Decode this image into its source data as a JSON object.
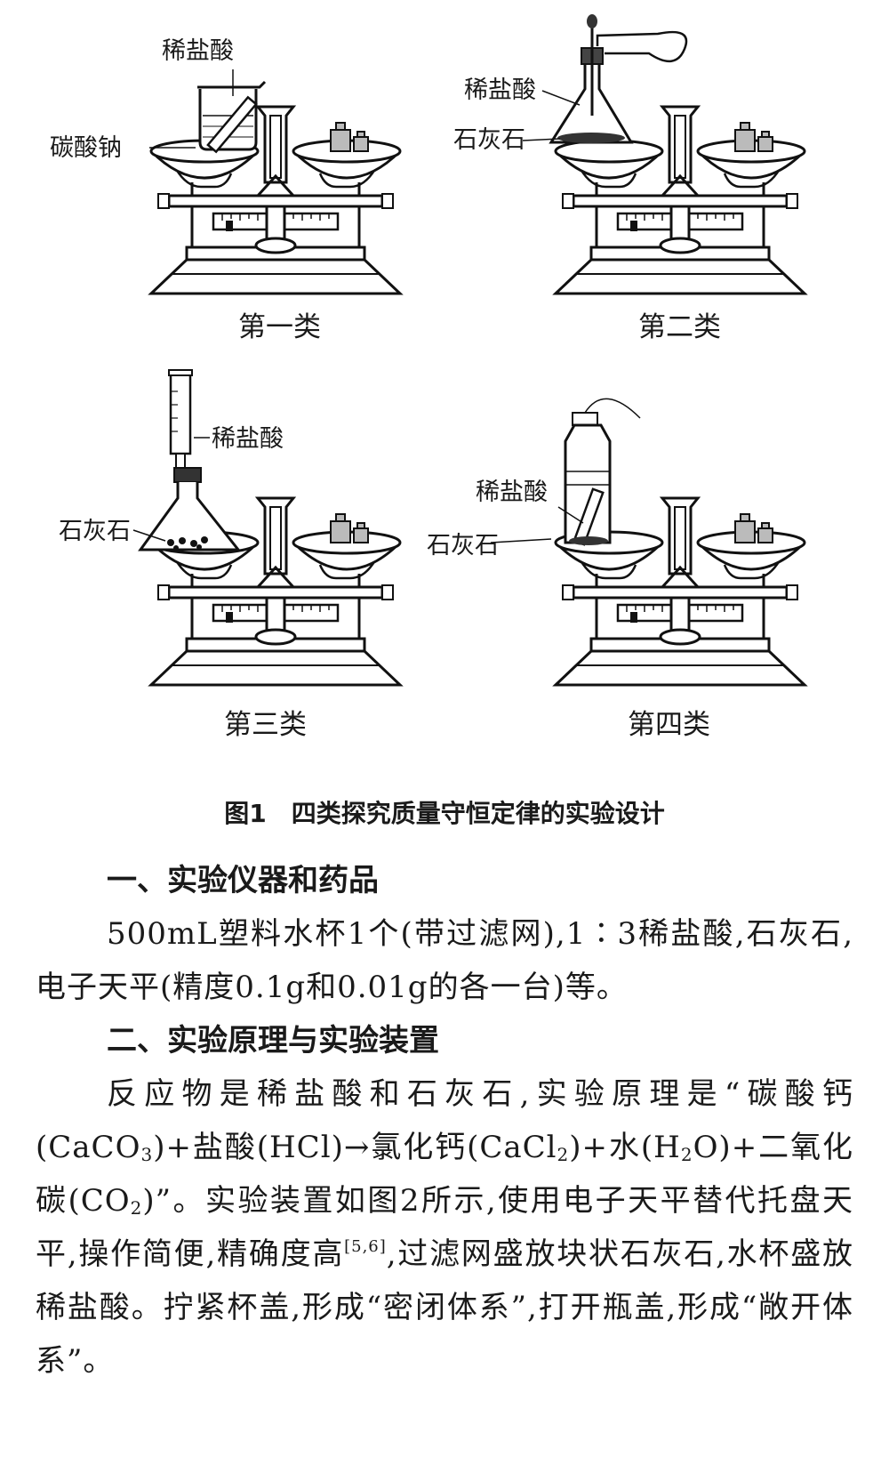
{
  "figure": {
    "panels": [
      {
        "caption": "第一类",
        "labels": [
          "稀盐酸",
          "碳酸钠"
        ]
      },
      {
        "caption": "第二类",
        "labels": [
          "稀盐酸",
          "石灰石"
        ]
      },
      {
        "caption": "第三类",
        "labels": [
          "稀盐酸",
          "石灰石"
        ]
      },
      {
        "caption": "第四类",
        "labels": [
          "稀盐酸",
          "石灰石"
        ]
      }
    ],
    "caption_number": "图1",
    "caption_text": "四类探究质量守恒定律的实验设计"
  },
  "sections": {
    "s1_heading": "一、实验仪器和药品",
    "s1_body": "500mL塑料水杯1个(带过滤网),1∶3稀盐酸,石灰石,电子天平(精度0.1g和0.01g的各一台)等。",
    "s2_heading": "二、实验原理与实验装置",
    "s2_p1": "反应物是稀盐酸和石灰石,实验原理是“碳酸钙(CaCO",
    "s2_sub1": "3",
    "s2_p2": ")+盐酸(HCl)→氯化钙(CaCl",
    "s2_sub2": "2",
    "s2_p3": ")+水(H",
    "s2_sub3": "2",
    "s2_p4": "O)+二氧化碳(CO",
    "s2_sub4": "2",
    "s2_p5": ")”。实验装置如图2所示,使用电子天平替代托盘天平,操作简便,精确度高",
    "s2_ref": "[5,6]",
    "s2_p6": ",过滤网盛放块状石灰石,水杯盛放稀盐酸。拧紧杯盖,形成“密闭体系”,打开瓶盖,形成“敞开体系”。"
  }
}
